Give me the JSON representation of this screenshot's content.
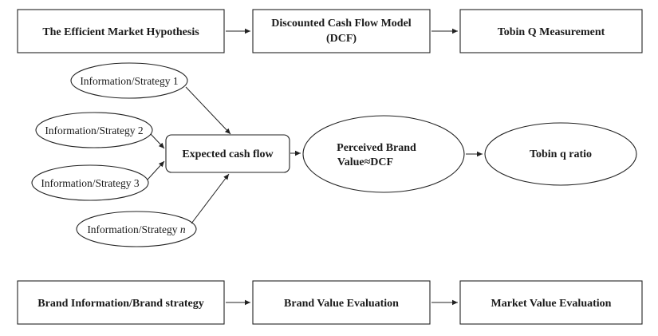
{
  "top_row": {
    "efficient_market": "The Efficient Market Hypothesis",
    "dcf_line1": "Discounted Cash Flow Model",
    "dcf_line2": "(DCF)",
    "tobin_measurement": "Tobin Q Measurement"
  },
  "middle": {
    "info_1": "Information/Strategy 1",
    "info_2": "Information/Strategy 2",
    "info_3": "Information/Strategy 3",
    "info_n_prefix": "Information/Strategy ",
    "info_n_suffix": "n",
    "expected_cash_flow": "Expected cash flow",
    "perceived_line1": "Perceived Brand",
    "perceived_line2": "Value≈DCF",
    "tobin_ratio": "Tobin q ratio"
  },
  "bottom_row": {
    "brand_info": "Brand Information/Brand strategy",
    "brand_value_eval": "Brand Value Evaluation",
    "market_value_eval": "Market Value Evaluation"
  }
}
